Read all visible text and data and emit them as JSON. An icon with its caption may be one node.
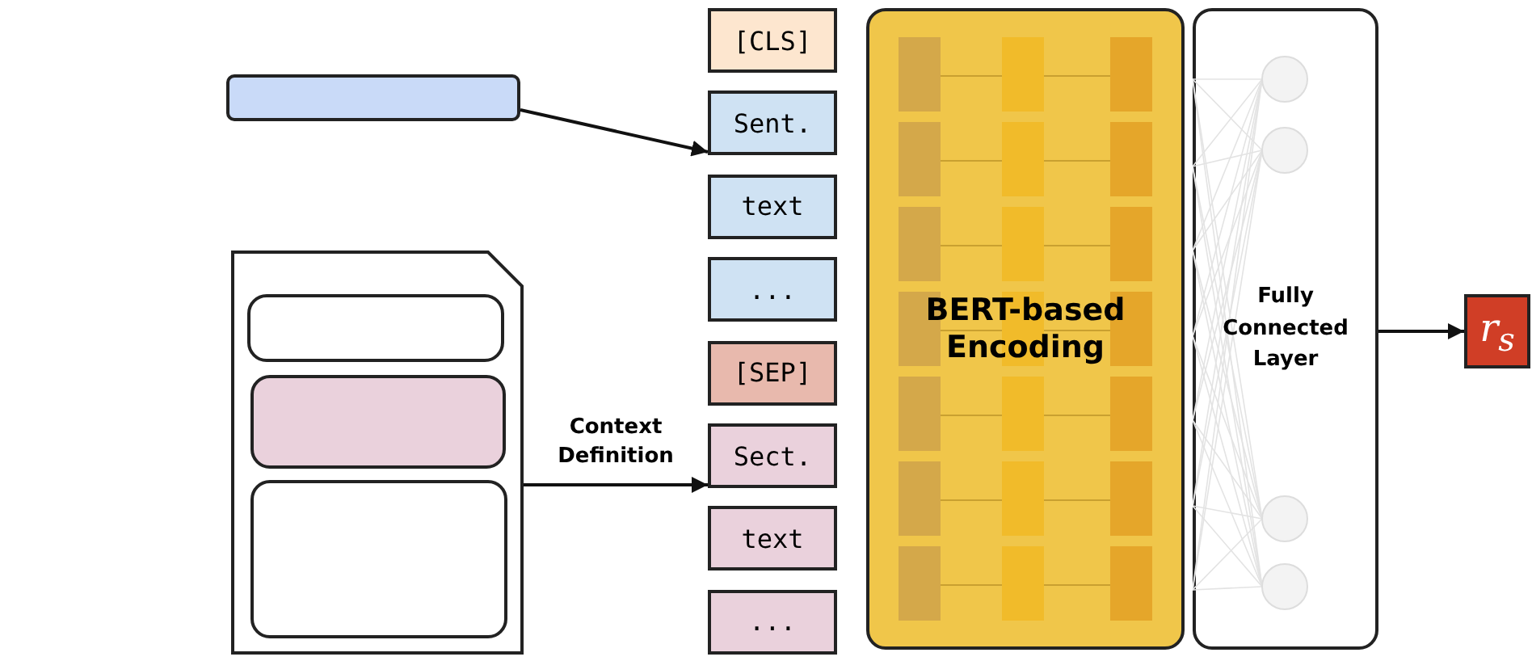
{
  "diagram": {
    "nodes": [
      {
        "text": [],
        "shape": "box"
      },
      {
        "text": [],
        "shape": "document"
      },
      {
        "text": [],
        "shape": "box",
        "in": 1
      },
      {
        "text": [],
        "shape": "box",
        "in": 1
      },
      {
        "text": [],
        "shape": "box",
        "in": 1
      },
      {
        "text": [
          "[CLS]"
        ]
      },
      {
        "text": [
          "Sent."
        ]
      },
      {
        "text": [
          "text"
        ]
      },
      {
        "text": [
          "..."
        ]
      },
      {
        "text": [
          "[SEP]"
        ]
      },
      {
        "text": [
          "Sect."
        ]
      },
      {
        "text": [
          "text"
        ]
      },
      {
        "text": [
          "..."
        ]
      },
      {
        "text": [
          "BERT-based Encoding"
        ]
      },
      {
        "text": [
          "Fully Connected Layer"
        ]
      },
      {
        "text": [
          "r$_{s}$"
        ]
      }
    ],
    "edges": [
      {
        "from": 0,
        "to": 6,
        "arrow": "to"
      },
      {
        "from": 1,
        "to": 10,
        "arrow": "to",
        "label": "Context Definition"
      },
      {
        "from": 14,
        "to": 15,
        "arrow": "to"
      }
    ]
  }
}
